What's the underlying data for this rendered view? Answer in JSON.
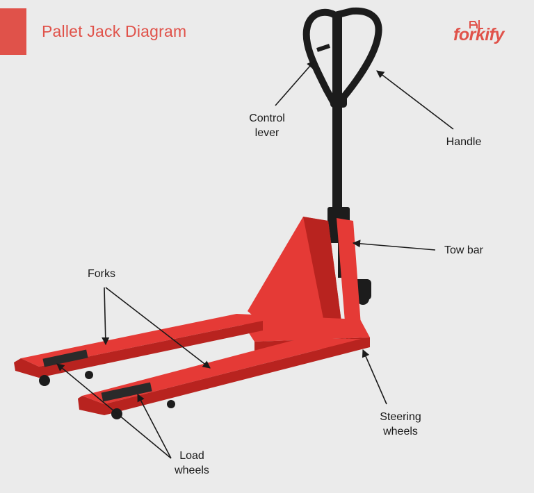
{
  "header": {
    "title": "Pallet Jack Diagram",
    "brand": "forkify"
  },
  "colors": {
    "accent": "#e0524a",
    "background": "#ebebeb",
    "jack_red": "#e53a36",
    "jack_red_dark": "#b8231f",
    "handle_black": "#1c1c1c",
    "label_text": "#1a1a1a"
  },
  "labels": {
    "control_lever": [
      "Control",
      "lever"
    ],
    "handle": "Handle",
    "tow_bar": "Tow bar",
    "forks": "Forks",
    "steering_wheels": [
      "Steering",
      "wheels"
    ],
    "load_wheels": [
      "Load",
      "wheels"
    ]
  },
  "icons": {
    "logo_mark": "forklift-icon"
  }
}
